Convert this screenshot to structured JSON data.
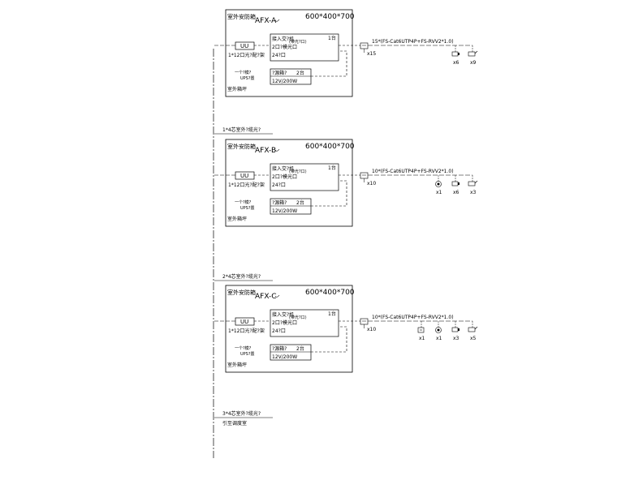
{
  "riser_labels": [
    "1*4芯室外?缆光?",
    "2*4芯室外?缆光?",
    "3*4芯室外?缆光?"
  ],
  "riser_end_label": "引至调度室",
  "cabinets": [
    {
      "title": "室外安防箱",
      "code": "AFX-A",
      "size": "600*400*700",
      "uu": "UU",
      "fiber_label": "1*12口光?配?架",
      "switch_line1": "接入交?机",
      "switch_line1b": "(带光?口)",
      "switch_count": "1台",
      "switch_line2": "2口?模光口",
      "switch_line3": "24?口",
      "ups_desc1": "一个?模?",
      "ups_desc2": "UPS?置",
      "ups_line1": "?源箱?",
      "ups_count": "2台",
      "ups_line2": "12V/200W",
      "bottom": "室外箱坪",
      "cable": "15*(FS-Cat6UTP4P+FS-RVV2*1.0)",
      "count": "x15",
      "devices": [
        {
          "type": "cam",
          "count": "x6"
        },
        {
          "type": "cam2",
          "count": "x9"
        }
      ]
    },
    {
      "title": "室外安防箱",
      "code": "AFX-B",
      "size": "600*400*700",
      "uu": "UU",
      "fiber_label": "1*12口光?配?架",
      "switch_line1": "接入交?机",
      "switch_line1b": "(带光?口)",
      "switch_count": "1台",
      "switch_line2": "2口?模光口",
      "switch_line3": "24?口",
      "ups_desc1": "一个?模?",
      "ups_desc2": "UPS?置",
      "ups_line1": "?源箱?",
      "ups_count": "2台",
      "ups_line2": "12V/200W",
      "bottom": "室外箱坪",
      "cable": "10*(FS-Cat6UTP4P+FS-RVV2*1.0)",
      "count": "x10",
      "devices": [
        {
          "type": "dome",
          "count": "x1"
        },
        {
          "type": "cam",
          "count": "x6"
        },
        {
          "type": "cam2",
          "count": "x3"
        }
      ]
    },
    {
      "title": "室外安防箱",
      "code": "AFX-C",
      "size": "600*400*700",
      "uu": "UU",
      "fiber_label": "1*12口光?配?架",
      "switch_line1": "接入交?机",
      "switch_line1b": "(带光?口)",
      "switch_count": "1台",
      "switch_line2": "2口?模光口",
      "switch_line3": "24?口",
      "ups_desc1": "一个?模?",
      "ups_desc2": "UPS?置",
      "ups_line1": "?源箱?",
      "ups_count": "2台",
      "ups_line2": "12V/200W",
      "bottom": "室外箱坪",
      "cable": "10*(FS-Cat6UTP4P+FS-RVV2*1.0)",
      "count": "x10",
      "devices": [
        {
          "type": "box",
          "count": "x1"
        },
        {
          "type": "dome",
          "count": "x1"
        },
        {
          "type": "cam",
          "count": "x3"
        },
        {
          "type": "cam2",
          "count": "x5"
        }
      ]
    }
  ]
}
